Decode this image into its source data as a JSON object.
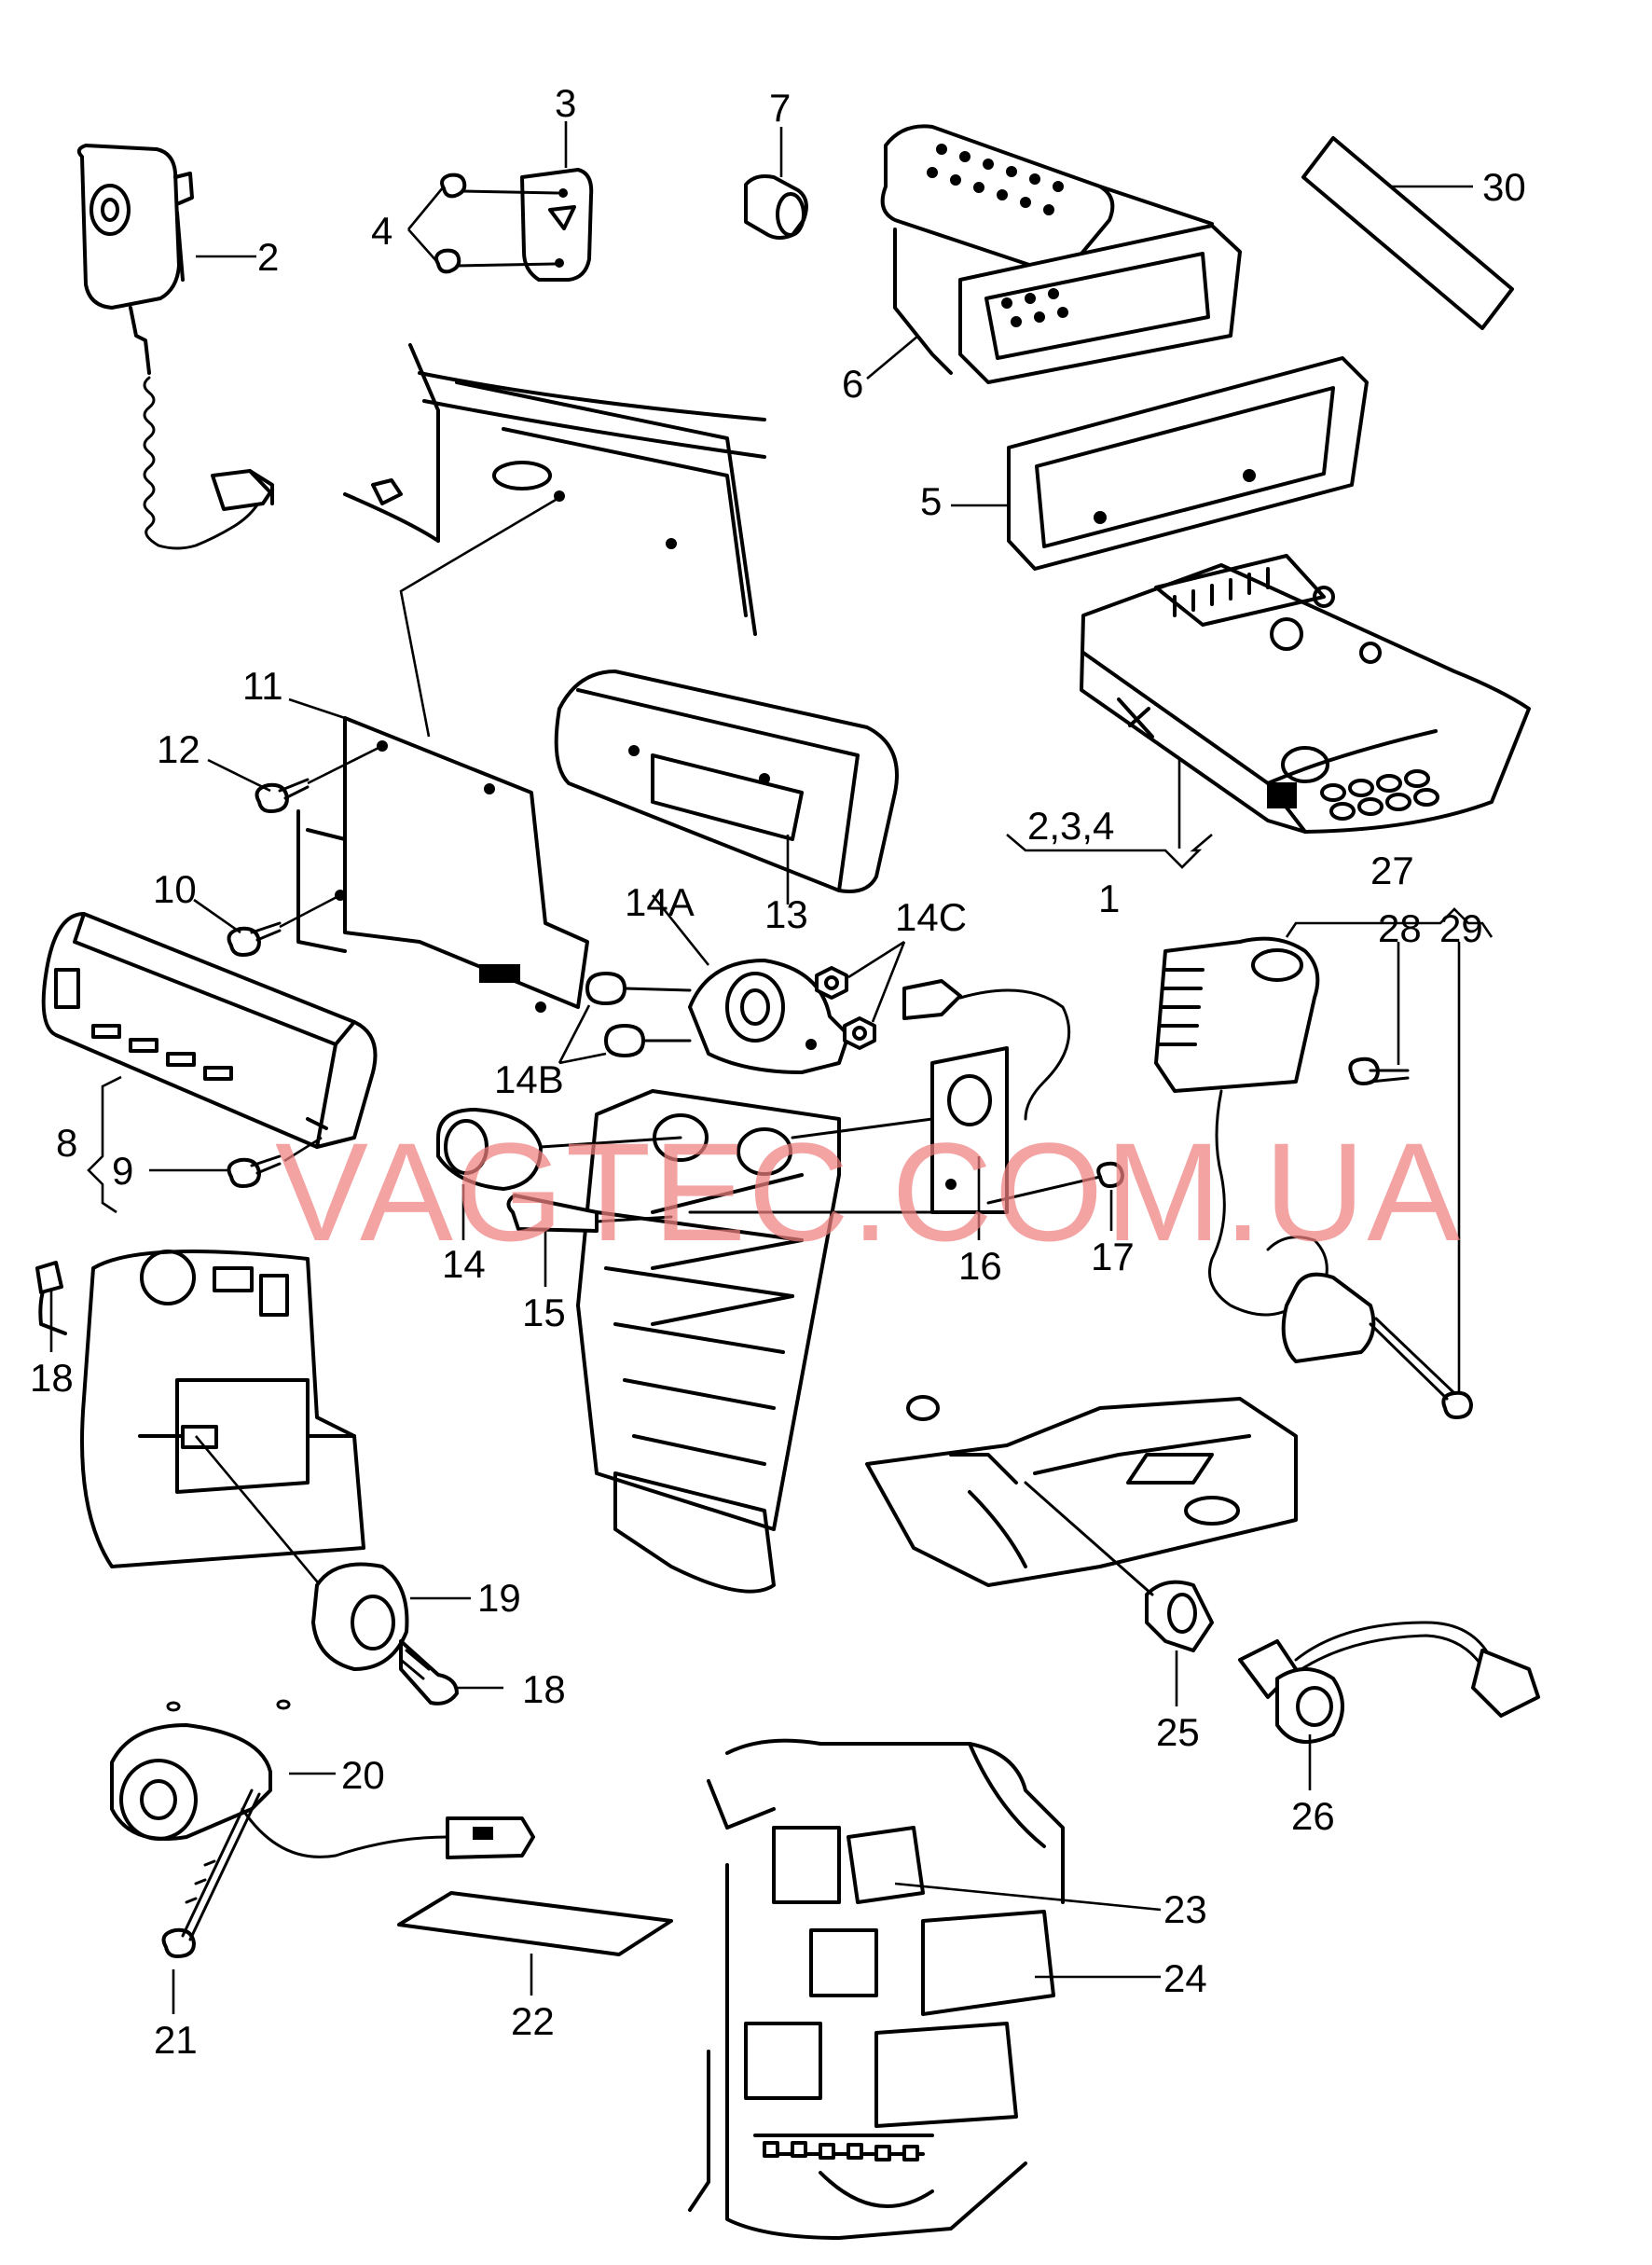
{
  "labels": {
    "l1": "1",
    "l234": "2,3,4",
    "l2": "2",
    "l3": "3",
    "l4": "4",
    "l5": "5",
    "l6": "6",
    "l7": "7",
    "l8": "8",
    "l9": "9",
    "l10": "10",
    "l11": "11",
    "l12": "12",
    "l13": "13",
    "l14": "14",
    "l14a": "14A",
    "l14b": "14B",
    "l14c": "14C",
    "l15": "15",
    "l16": "16",
    "l17": "17",
    "l18a": "18",
    "l18b": "18",
    "l19": "19",
    "l20": "20",
    "l21": "21",
    "l22": "22",
    "l23": "23",
    "l24": "24",
    "l25": "25",
    "l26": "26",
    "l27": "27",
    "l28": "28",
    "l29": "29",
    "l30": "30"
  },
  "watermark": "VAGTEC.COM.UA",
  "colors": {
    "line": "#000000",
    "watermark": "#f08080",
    "background": "#ffffff"
  }
}
